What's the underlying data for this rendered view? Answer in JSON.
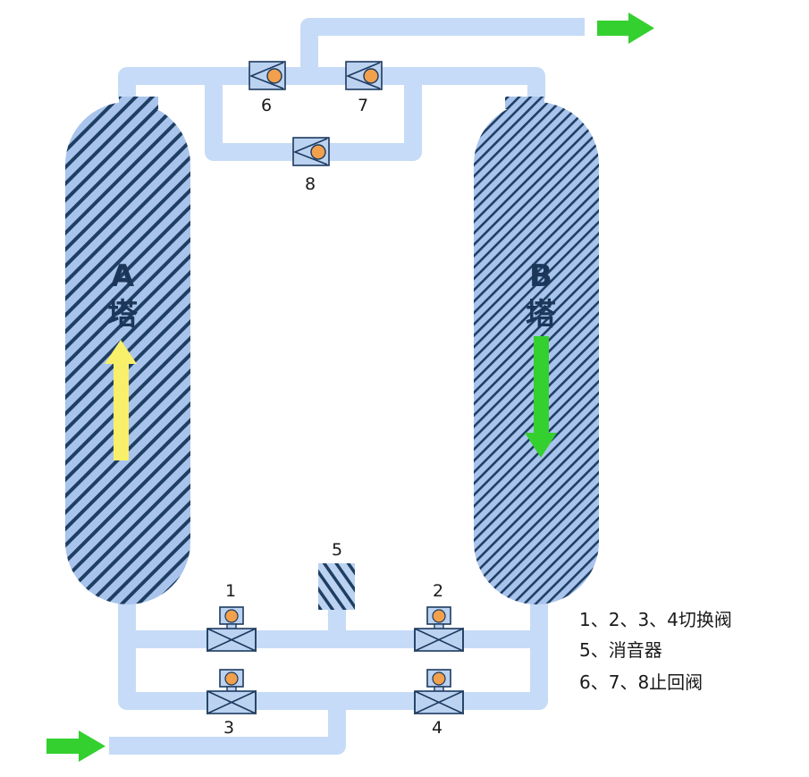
{
  "colors": {
    "pipe": "#c6dbf7",
    "tower_fill": "#a9c4ec",
    "tower_hatch": "#1e3e63",
    "valve_fill": "#bcd2f1",
    "valve_stroke": "#1c3a5e",
    "valve_dot": "#f2a04c",
    "arrow_green": "#34d02f",
    "arrow_yellow": "#f8ef6a"
  },
  "towers": {
    "a": {
      "letter": "A",
      "char": "塔"
    },
    "b": {
      "letter": "B",
      "char": "塔"
    }
  },
  "valves": {
    "v1": "1",
    "v2": "2",
    "v3": "3",
    "v4": "4",
    "v5": "5",
    "v6": "6",
    "v7": "7",
    "v8": "8"
  },
  "legend": [
    "1、2、3、4切换阀",
    "5、消音器",
    "6、7、8止回阀"
  ]
}
